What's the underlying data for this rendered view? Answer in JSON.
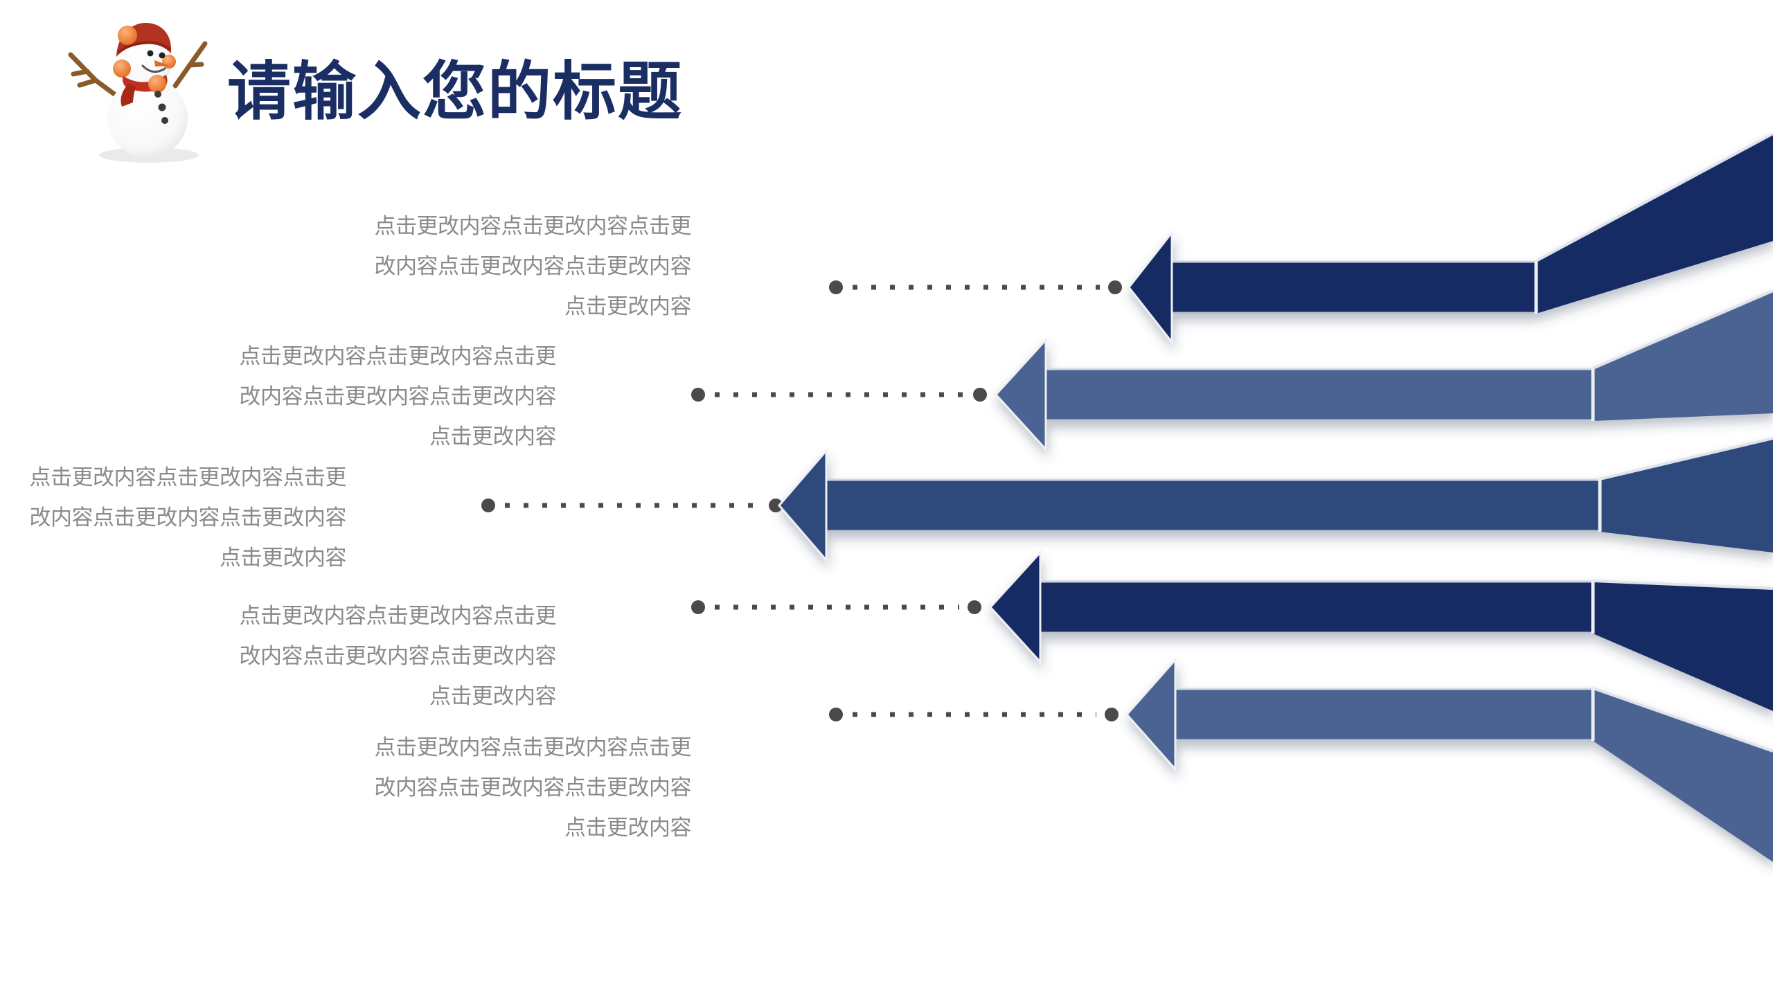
{
  "slide": {
    "title": "请输入您的标题"
  },
  "blocks": [
    {
      "lines": [
        "点击更改内容点击更改内容点击更",
        "改内容点击更改内容点击更改内容",
        "点击更改内容"
      ]
    },
    {
      "lines": [
        "点击更改内容点击更改内容点击更",
        "改内容点击更改内容点击更改内容",
        "点击更改内容"
      ]
    },
    {
      "lines": [
        "点击更改内容点击更改内容点击更",
        "改内容点击更改内容点击更改内容",
        "点击更改内容"
      ]
    },
    {
      "lines": [
        "点击更改内容点击更改内容点击更",
        "改内容点击更改内容点击更改内容",
        "点击更改内容"
      ]
    },
    {
      "lines": [
        "点击更改内容点击更改内容点击更",
        "改内容点击更改内容点击更改内容",
        "点击更改内容"
      ]
    }
  ],
  "colors": {
    "title_navy": "#1a2e63",
    "arrow_navy": "#122a63",
    "arrow_slate": "#4c6493",
    "arrow_mid_navy": "#2e4a7c",
    "text_gray": "#8a8a8a",
    "leader_dot": "#4a4a4a",
    "bevel_silver": "#e2e6ec",
    "background": "#ffffff",
    "snowman_hat_red": "#b23322",
    "snowman_orange": "#ef8142",
    "snowman_branch_brown": "#8a5a2b"
  },
  "icons": {
    "snowman": "snowman-icon"
  }
}
